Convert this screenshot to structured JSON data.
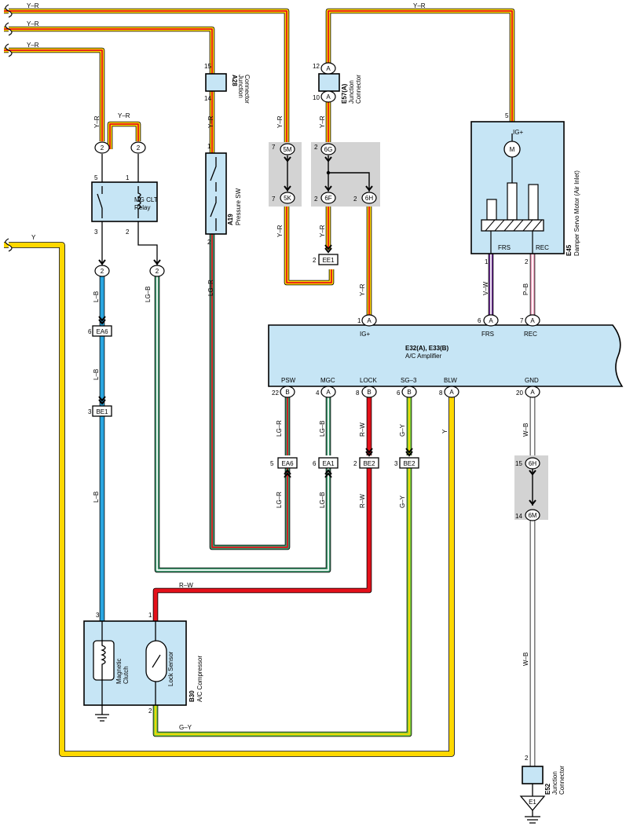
{
  "colors": {
    "yellow": "#ffd800",
    "red": "#e4111b",
    "green": "#3f9a6f",
    "light_green": "#7fd13b",
    "blue": "#2aa6e0",
    "purple": "#6a2c91",
    "pink": "#f2a3c0",
    "white_wire": "#ffffff",
    "component_fill": "#c6e5f5",
    "splice_fill": "#d3d3d3"
  },
  "wires": {
    "top1": "Y–R",
    "top2": "Y–R",
    "top3": "Y–R",
    "top_e57": "Y–R",
    "relay_y_r_a": "Y–R",
    "relay_y_r_b": "Y–R",
    "a28_below": "Y–R",
    "splice5m": "Y–R",
    "splice5k": "Y–R",
    "splice6g_above": "Y–R",
    "splice6f_below": "Y–R",
    "amp_ig": "Y–R",
    "y_left": "Y",
    "lb1": "L–B",
    "lb2": "L–B",
    "lb3": "L–B",
    "lgb1": "LG–B",
    "lgr1": "LG–R",
    "vw": "V–W",
    "pb": "P–B",
    "psw1": "LG–R",
    "psw2": "LG–R",
    "mgc1": "LG–B",
    "mgc2": "LG–B",
    "lock1": "R–W",
    "lock2": "R–W",
    "lock3": "R–W",
    "sg1": "G–Y",
    "sg2": "G–Y",
    "sg3": "G–Y",
    "blw": "Y",
    "wb1": "W–B",
    "wb2": "W–B"
  },
  "components": {
    "relay": {
      "name": "MG CLT",
      "name2": "Relay",
      "pin_in1": "5",
      "pin_in2": "1",
      "pin_out1": "3",
      "pin_out2": "2"
    },
    "a28": {
      "code": "A28",
      "name1": "Junction",
      "name2": "Connector",
      "pin_top": "15",
      "pin_bot": "14"
    },
    "a19": {
      "code": "A19",
      "name": "Pressure SW",
      "pin_top": "1",
      "pin_bot": "2"
    },
    "e57": {
      "code": "E57(A)",
      "name1": "Junction",
      "name2": "Connector",
      "pin_top": "12",
      "pin_bot": "10",
      "letter": "A"
    },
    "e45": {
      "code": "E45",
      "name": "Damper Servo Motor (Air Inlet)",
      "ig": "IG+",
      "motor": "M",
      "frs": "FRS",
      "rec": "REC",
      "pin_ig": "5",
      "pin_frs": "1",
      "pin_rec": "2"
    },
    "amp": {
      "code": "E32(A), E33(B)",
      "name": "A/C Amplifier",
      "ig": "IG+",
      "frs": "FRS",
      "rec": "REC",
      "psw": "PSW",
      "mgc": "MGC",
      "lock": "LOCK",
      "sg3": "SG–3",
      "blw": "BLW",
      "gnd": "GND",
      "pin_ig": "1",
      "pin_frs": "6",
      "pin_rec": "7",
      "pin_psw": "22",
      "pin_mgc": "4",
      "pin_lock": "8",
      "pin_sg3": "6",
      "pin_blw": "8",
      "pin_gnd": "20"
    },
    "b30": {
      "code": "B30",
      "name": "A/C Compressor",
      "clutch1": "Magnetic",
      "clutch2": "Clutch",
      "lock": "Lock Sensor",
      "pin3": "3",
      "pin1": "1",
      "pin2": "2"
    },
    "e52": {
      "code": "E52",
      "name1": "Junction",
      "name2": "Connector",
      "pin": "2",
      "ground": "E1"
    }
  },
  "connectors": {
    "ea6_top": "EA6",
    "be1_top": "BE1",
    "ee1": "EE1",
    "ea6": "EA6",
    "ea1": "EA1",
    "be2_a": "BE2",
    "be2_b": "BE2",
    "pin_ea6_top": "6",
    "pin_be1_top": "3",
    "pin_ee1": "2",
    "pin_ea6": "5",
    "pin_ea1": "6",
    "pin_be2_a": "2",
    "pin_be2_b": "3"
  },
  "splices": {
    "s5m": "5M",
    "s5k": "5K",
    "s6g": "6G",
    "s6f": "6F",
    "s6h_top": "6H",
    "s6h": "6H",
    "s6m": "6M",
    "pin_5m": "7",
    "pin_5k": "7",
    "pin_6g": "2",
    "pin_6f": "2",
    "pin_6h_top": "2",
    "pin_6h": "15",
    "pin_6m": "14"
  },
  "terminals": {
    "r2a": "2",
    "r2b": "2",
    "r2c": "2",
    "r2d": "2",
    "a": "A",
    "b": "B"
  }
}
